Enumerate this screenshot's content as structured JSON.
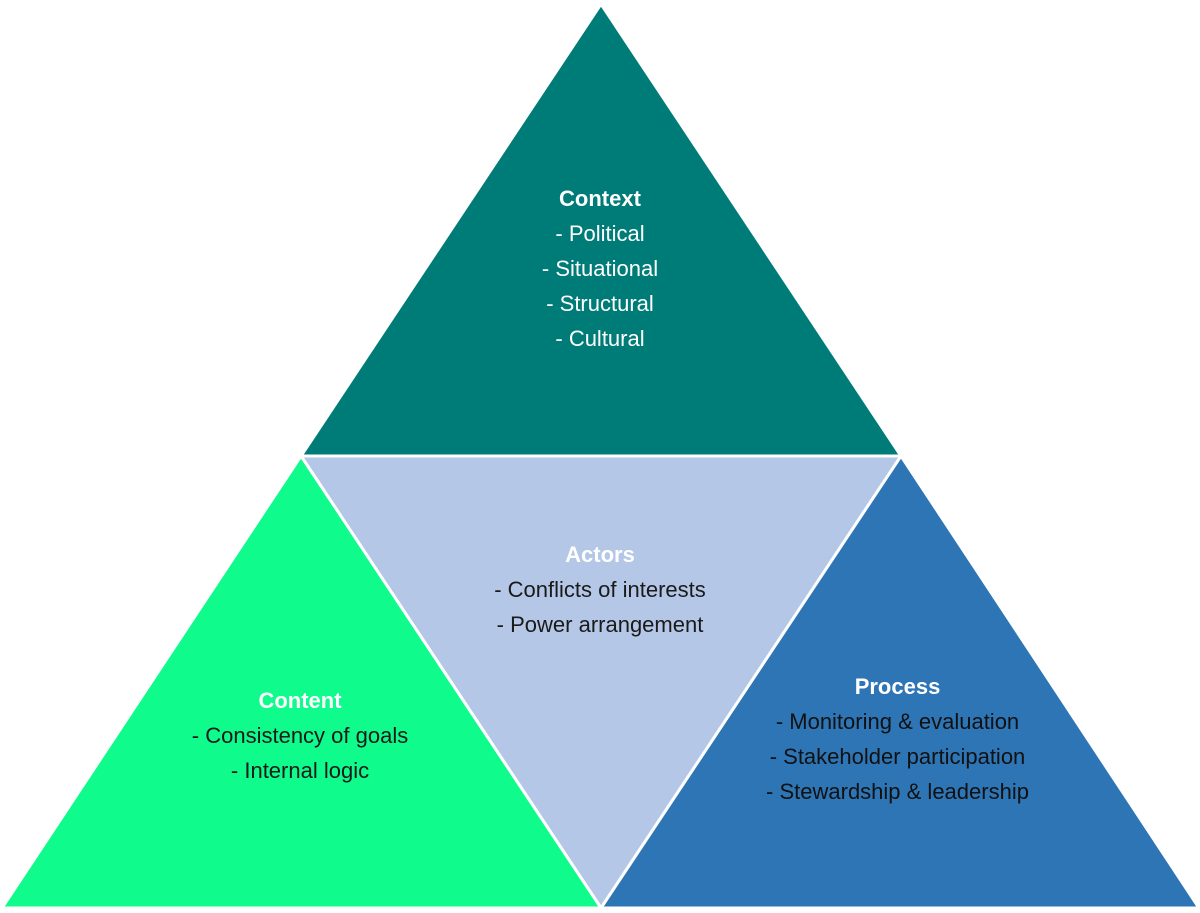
{
  "colors": {
    "context": "#007c78",
    "content": "#0ffb8c",
    "actors": "#b4c7e7",
    "process": "#2e75b6",
    "edge": "#ffffff"
  },
  "context": {
    "title": "Context",
    "items": [
      "- Political",
      "- Situational",
      "- Structural",
      "- Cultural"
    ]
  },
  "actors": {
    "title": "Actors",
    "items": [
      "- Conflicts of interests",
      "- Power arrangement"
    ]
  },
  "content": {
    "title": "Content",
    "items": [
      "- Consistency of goals",
      "- Internal logic"
    ]
  },
  "process": {
    "title": "Process",
    "items": [
      "- Monitoring & evaluation",
      "- Stakeholder participation",
      "- Stewardship & leadership"
    ]
  }
}
